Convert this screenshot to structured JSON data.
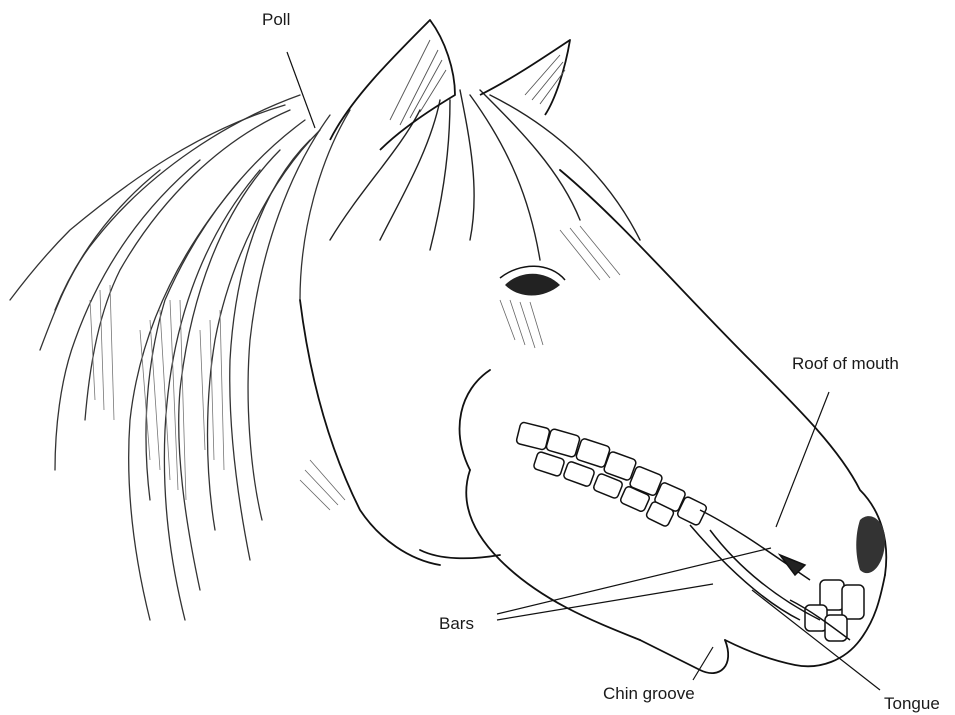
{
  "labels": {
    "poll": "Poll",
    "roof_of_mouth": "Roof of mouth",
    "bars": "Bars",
    "chin_groove": "Chin groove",
    "tongue": "Tongue"
  },
  "colors": {
    "background": "#ffffff",
    "ink": "#1a1a1a",
    "shading": "#777777"
  }
}
